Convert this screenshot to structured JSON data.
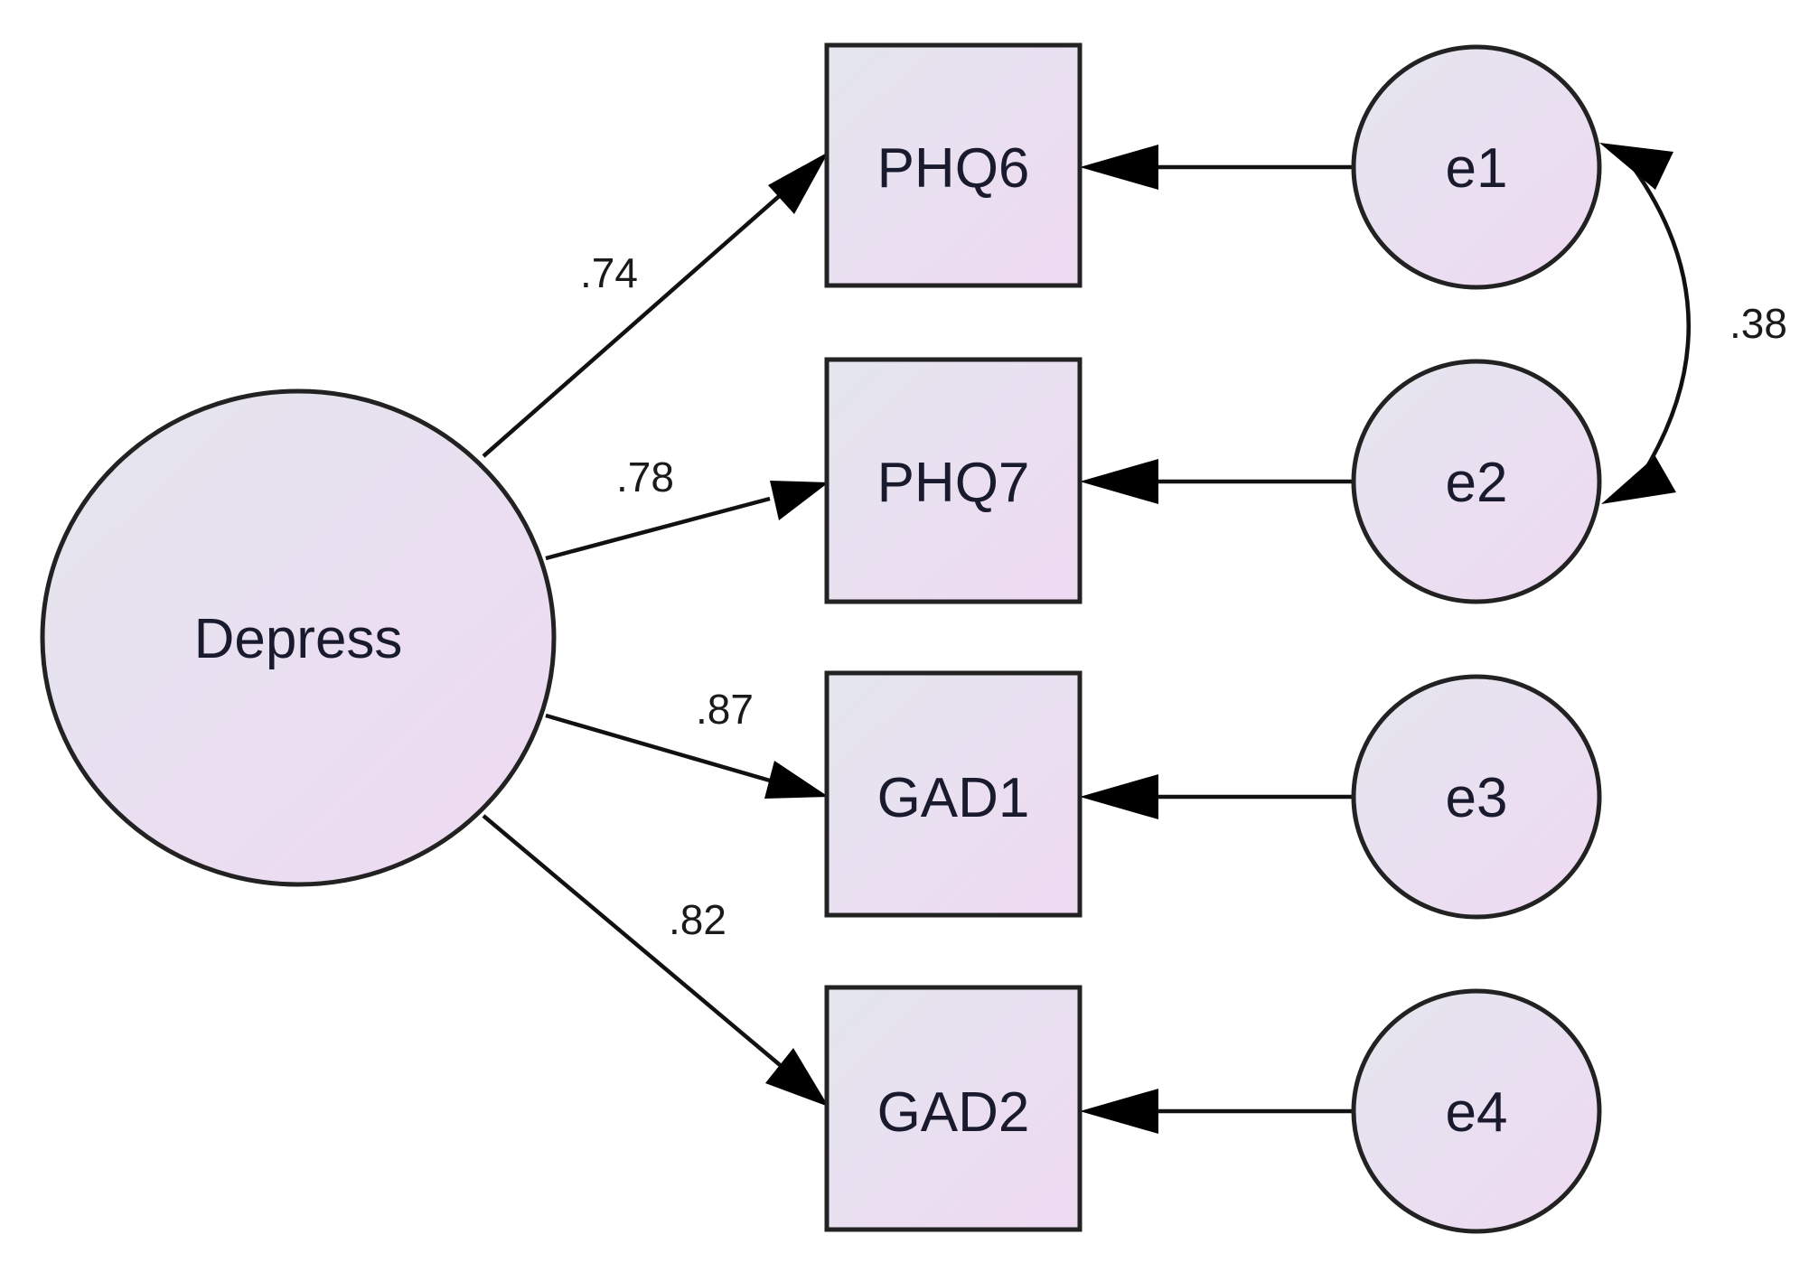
{
  "diagram": {
    "type": "structural-equation-model",
    "latent": {
      "id": "depress",
      "label": "Depress"
    },
    "indicators": [
      {
        "id": "phq6",
        "label": "PHQ6",
        "loading": ".74",
        "error": {
          "id": "e1",
          "label": "e1"
        }
      },
      {
        "id": "phq7",
        "label": "PHQ7",
        "loading": ".78",
        "error": {
          "id": "e2",
          "label": "e2"
        }
      },
      {
        "id": "gad1",
        "label": "GAD1",
        "loading": ".87",
        "error": {
          "id": "e3",
          "label": "e3"
        }
      },
      {
        "id": "gad2",
        "label": "GAD2",
        "loading": ".82",
        "error": {
          "id": "e4",
          "label": "e4"
        }
      }
    ],
    "covariances": [
      {
        "from": "e1",
        "to": "e2",
        "label": ".38"
      }
    ],
    "colors": {
      "fill_start": "#e3e6ee",
      "fill_end": "#efd9f2",
      "stroke": "#222222",
      "arrow": "#000000",
      "text": "#1a1a2e"
    }
  }
}
